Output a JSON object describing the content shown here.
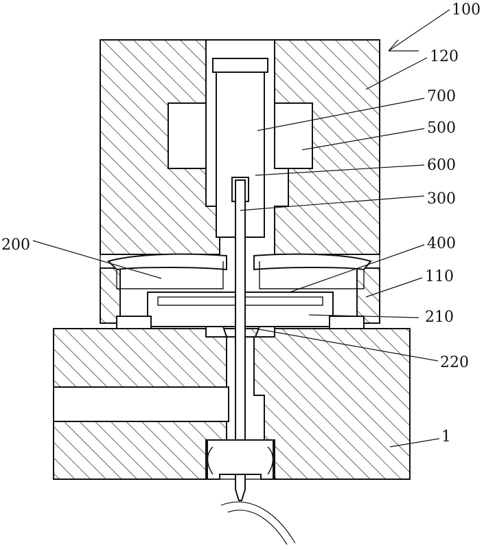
{
  "labels": {
    "l100": "100",
    "l120": "120",
    "l700": "700",
    "l500": "500",
    "l600": "600",
    "l300": "300",
    "l200": "200",
    "l400": "400",
    "l110": "110",
    "l210": "210",
    "l220": "220",
    "l1": "1"
  },
  "colors": {
    "line": "#111111",
    "background": "#ffffff"
  }
}
